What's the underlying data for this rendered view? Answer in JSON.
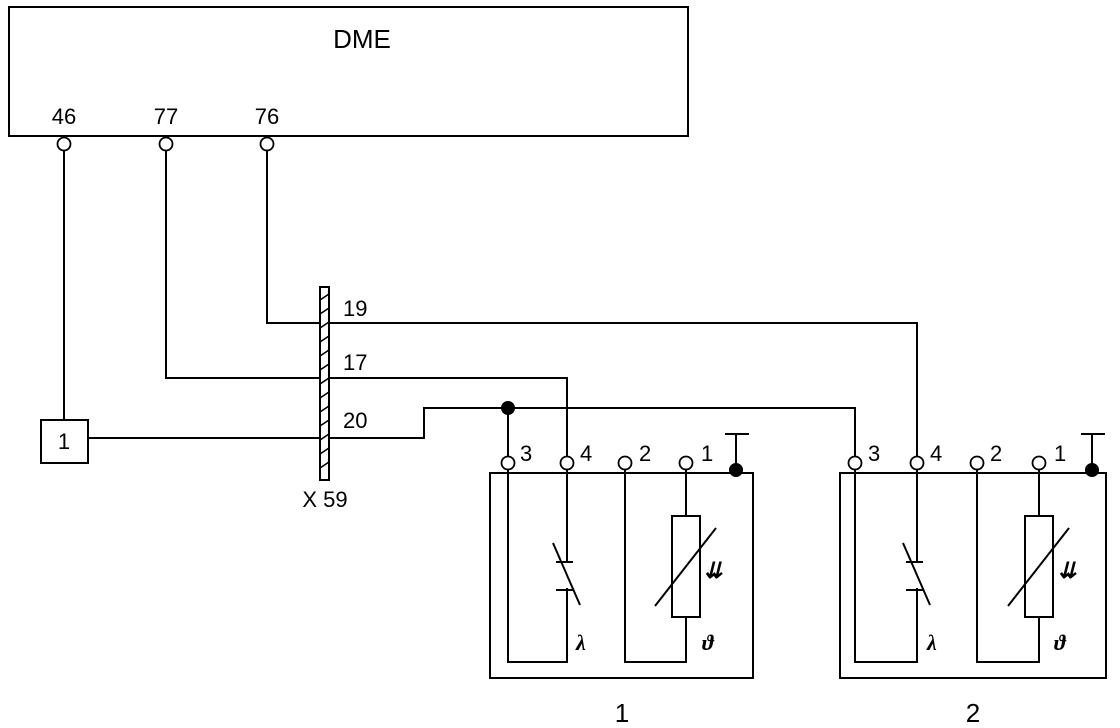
{
  "dme": {
    "title": "DME",
    "pins": [
      "46",
      "77",
      "76"
    ]
  },
  "connector": {
    "name": "X 59",
    "pins": [
      "19",
      "17",
      "20"
    ]
  },
  "relay_box": {
    "label": "1"
  },
  "sensors": [
    {
      "label": "1",
      "pins": [
        "3",
        "4",
        "2",
        "1"
      ],
      "lambda_symbol": "λ",
      "temp_symbol": "ϑ",
      "heat_symbol": "⇊"
    },
    {
      "label": "2",
      "pins": [
        "3",
        "4",
        "2",
        "1"
      ],
      "lambda_symbol": "λ",
      "temp_symbol": "ϑ",
      "heat_symbol": "⇊"
    }
  ]
}
